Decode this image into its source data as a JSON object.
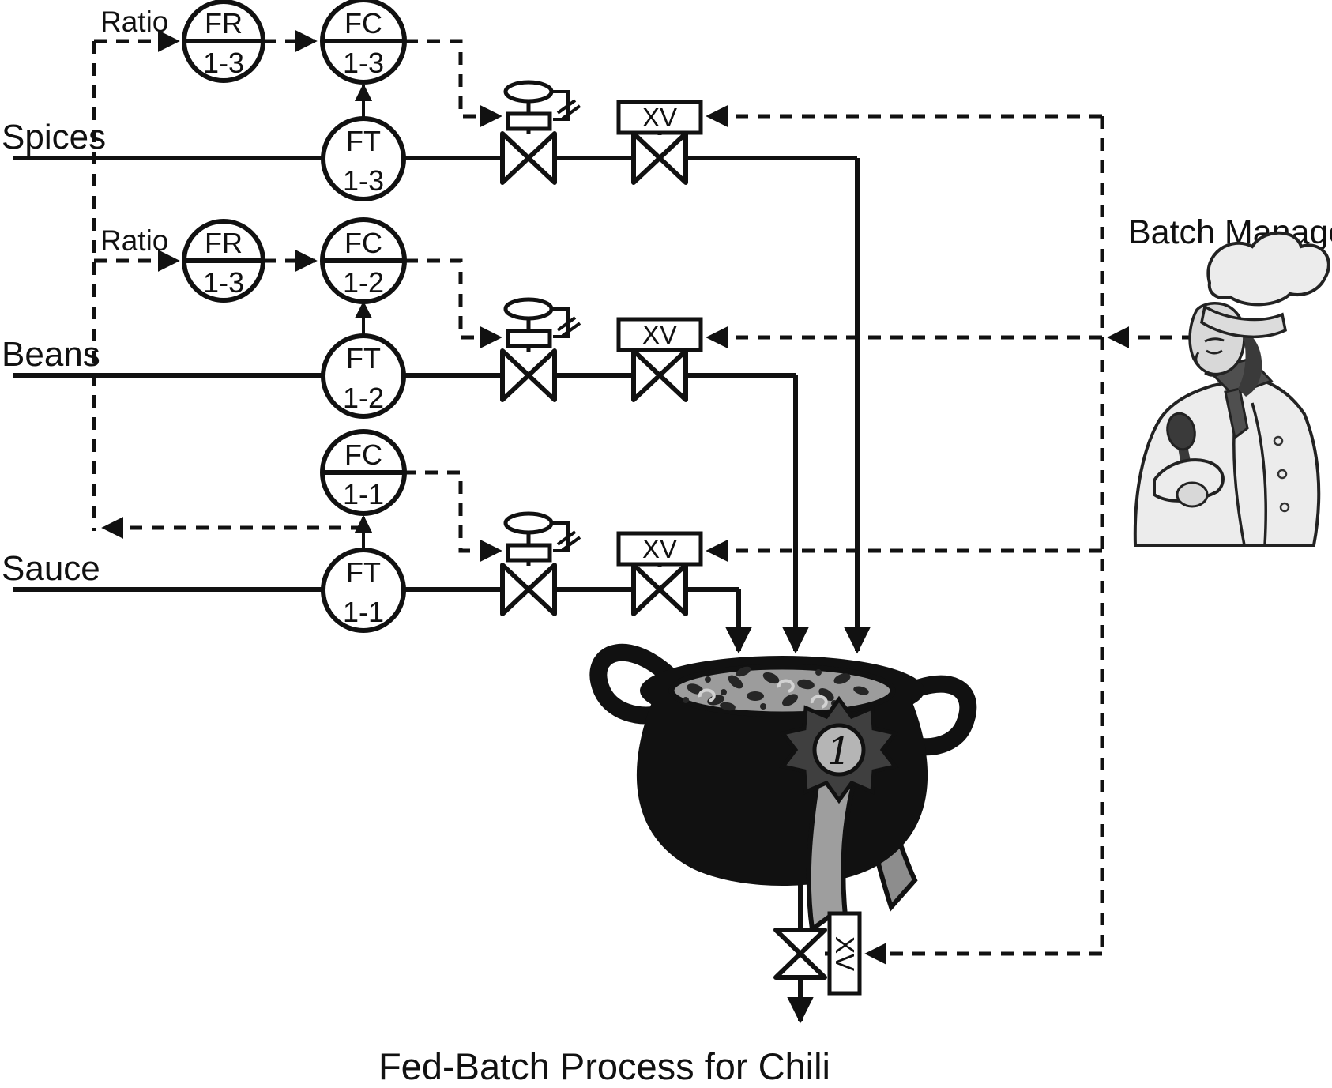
{
  "diagram_title": "Fed-Batch Process for Chili",
  "batch_manager": {
    "label": "Batch Manager"
  },
  "award": {
    "number": "1"
  },
  "streams": [
    {
      "name": "Spices",
      "ratio_label": "Ratio",
      "fr": {
        "tag": "FR",
        "num": "1-3"
      },
      "fc": {
        "tag": "FC",
        "num": "1-3"
      },
      "ft": {
        "tag": "FT",
        "num": "1-3"
      },
      "xv": "XV"
    },
    {
      "name": "Beans",
      "ratio_label": "Ratio",
      "fr": {
        "tag": "FR",
        "num": "1-3"
      },
      "fc": {
        "tag": "FC",
        "num": "1-2"
      },
      "ft": {
        "tag": "FT",
        "num": "1-2"
      },
      "xv": "XV"
    },
    {
      "name": "Sauce",
      "fc": {
        "tag": "FC",
        "num": "1-1"
      },
      "ft": {
        "tag": "FT",
        "num": "1-1"
      },
      "xv": "XV"
    }
  ],
  "drain": {
    "xv": "XV"
  },
  "colors": {
    "line": "#111111",
    "chili": "#9c9c9c",
    "pot": "#111111",
    "chef": "#e9e9e9",
    "ribbon": "#9e9e9e"
  }
}
